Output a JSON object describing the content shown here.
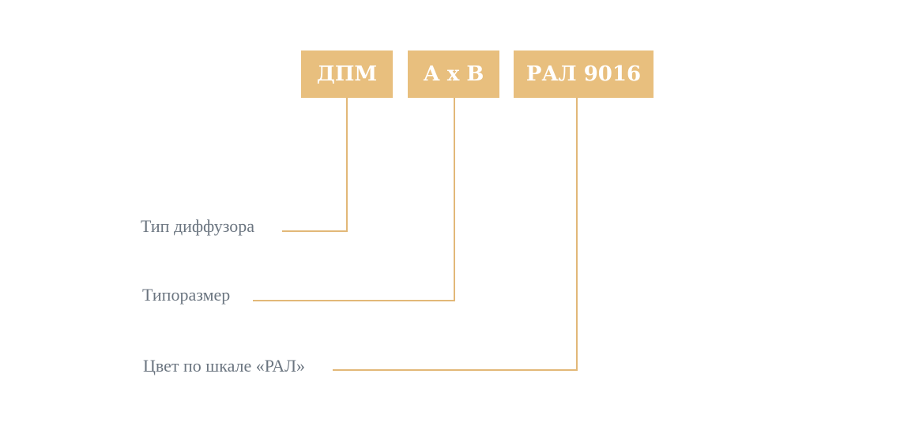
{
  "codes": [
    {
      "label": "ДПМ",
      "description": "Тип диффузора"
    },
    {
      "label": "А х В",
      "description": "Типоразмер"
    },
    {
      "label": "РАЛ 9016",
      "description": "Цвет по шкале «РАЛ»"
    }
  ],
  "colors": {
    "accent": "#e8bf7e",
    "text": "#6b7580"
  }
}
